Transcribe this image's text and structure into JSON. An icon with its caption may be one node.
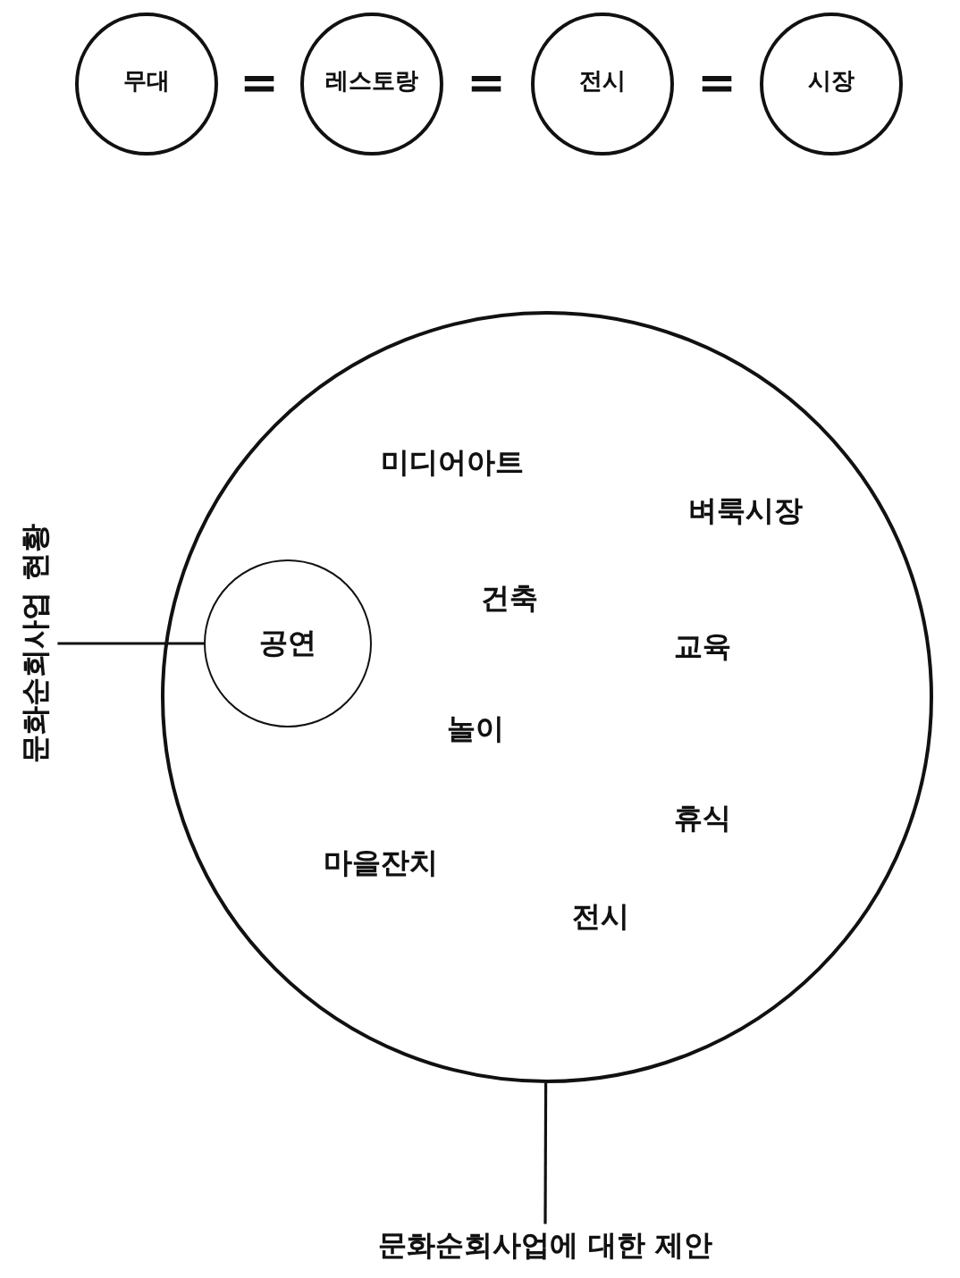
{
  "diagram": {
    "nodes": [
      {
        "text": [
          "무대"
        ]
      },
      {
        "text": [
          "레스토랑"
        ]
      },
      {
        "text": [
          "전시"
        ]
      },
      {
        "text": [
          "시장"
        ]
      },
      {
        "text": [
          "문화순회사업 현황"
        ]
      },
      {
        "text": [
          "미디어아트",
          "벼룩시장",
          "건축",
          "교육",
          "놀이",
          "휴식",
          "마을잔치",
          "전시"
        ]
      },
      {
        "text": [
          "공연"
        ],
        "in": 5
      },
      {
        "text": [
          "문화순회사업에 대한 제안"
        ]
      }
    ],
    "edges": [
      {
        "from": 4,
        "to": 6,
        "arrow": "none"
      },
      {
        "from": 5,
        "to": 7,
        "arrow": "none"
      }
    ],
    "labels": [
      "=",
      "=",
      "="
    ]
  }
}
